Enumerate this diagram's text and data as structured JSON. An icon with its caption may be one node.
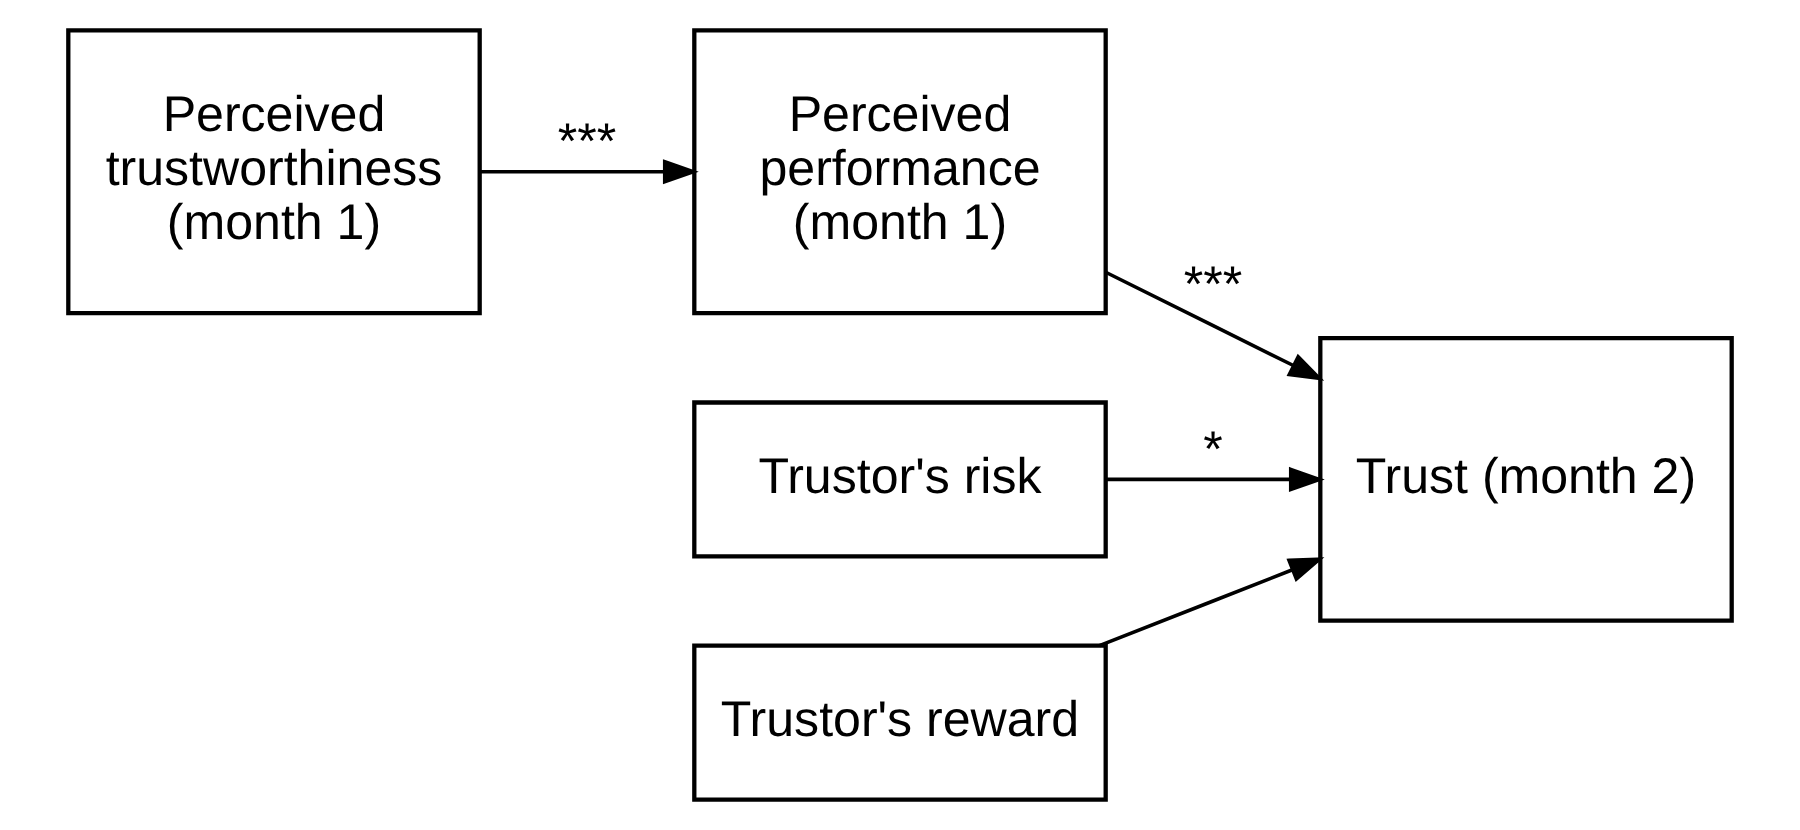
{
  "diagram": {
    "nodes": [
      {
        "text": [
          "Perceived trustworthiness (month 1)"
        ]
      },
      {
        "text": [
          "Perceived performance (month 1)"
        ]
      },
      {
        "text": [
          "Trust (month 2)"
        ]
      },
      {
        "text": [
          "Trustor's risk"
        ]
      },
      {
        "text": [
          "Trustor's reward"
        ]
      }
    ],
    "edges": [
      {
        "from": 0,
        "to": 1,
        "arrow": "to",
        "label": "***"
      },
      {
        "from": 1,
        "to": 2,
        "arrow": "to",
        "label": "***"
      },
      {
        "from": 3,
        "to": 2,
        "arrow": "to",
        "label": "*"
      },
      {
        "from": 4,
        "to": 2,
        "arrow": "to"
      }
    ]
  }
}
